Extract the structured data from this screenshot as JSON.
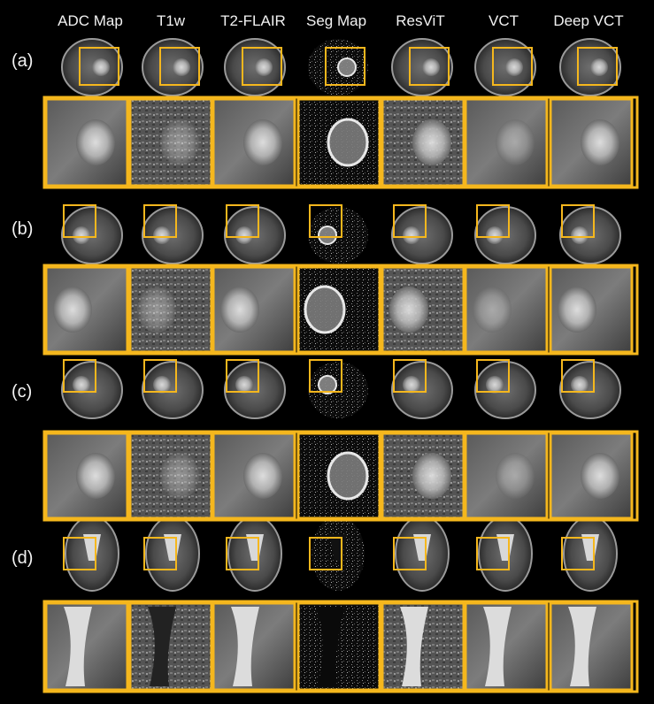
{
  "columns": [
    "ADC Map",
    "T1w",
    "T2-FLAIR",
    "Seg Map",
    "ResViT",
    "VCT",
    "Deep VCT"
  ],
  "rows": [
    "(a)",
    "(b)",
    "(c)",
    "(d)"
  ],
  "colors": {
    "background": "#000000",
    "highlight": "#f5b71d",
    "text": "#f2f2f2"
  }
}
